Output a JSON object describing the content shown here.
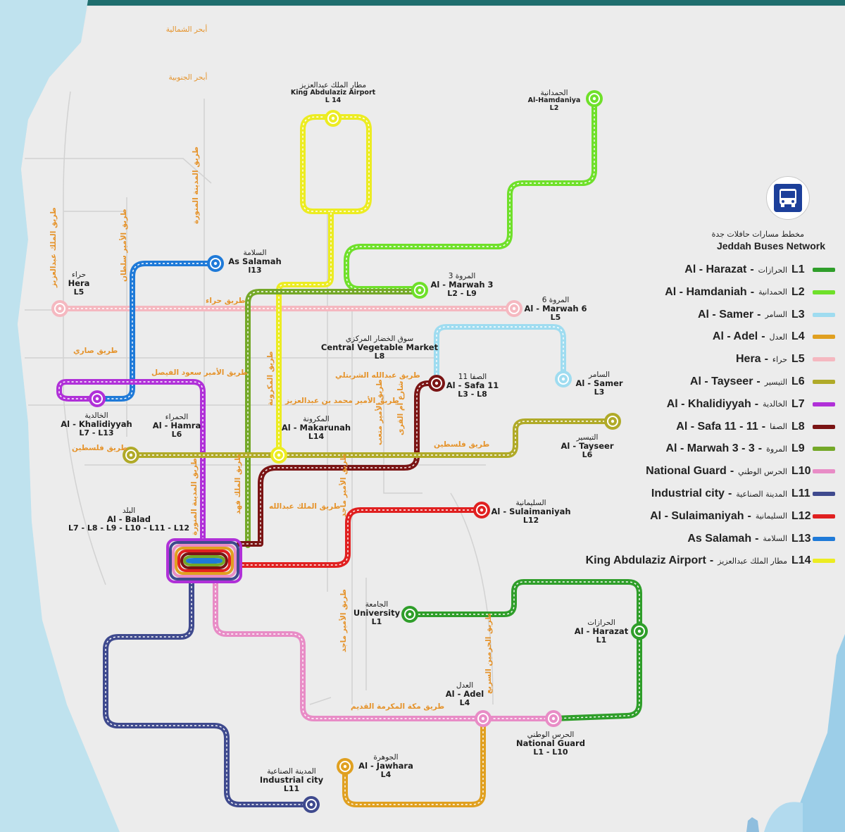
{
  "legend": {
    "title_ar": "مخطط مسارات حافلات جدة",
    "title_en": "Jeddah Buses Network",
    "icon": "bus-icon",
    "items": [
      {
        "code": "L1",
        "name": "Al - Harazat",
        "ar": "الحرازات",
        "color": "#2f9e2a"
      },
      {
        "code": "L2",
        "name": "Al - Hamdaniah",
        "ar": "الحمدانية",
        "color": "#6fe02a"
      },
      {
        "code": "L3",
        "name": "Al - Samer",
        "ar": "السامر",
        "color": "#9fdcf0"
      },
      {
        "code": "L4",
        "name": "Al - Adel",
        "ar": "العدل",
        "color": "#e0a020"
      },
      {
        "code": "L5",
        "name": "Hera",
        "ar": "حراء",
        "color": "#f5b8c0"
      },
      {
        "code": "L6",
        "name": "Al - Tayseer",
        "ar": "التيسير",
        "color": "#b0aa28"
      },
      {
        "code": "L7",
        "name": "Al - Khalidiyyah",
        "ar": "الخالدية",
        "color": "#b030d8"
      },
      {
        "code": "L8",
        "name": "Al - Safa 11 - 11",
        "ar": "الصفا",
        "color": "#7a1414"
      },
      {
        "code": "L9",
        "name": "Al - Marwah 3 - 3",
        "ar": "المروة",
        "color": "#74a828"
      },
      {
        "code": "L10",
        "name": "National Guard",
        "ar": "الحرس الوطني",
        "color": "#e88cc6"
      },
      {
        "code": "L11",
        "name": "Industrial city",
        "ar": "المدينة الصناعية",
        "color": "#3f4a8e"
      },
      {
        "code": "L12",
        "name": "Al - Sulaimaniyah",
        "ar": "السليمانية",
        "color": "#e02020"
      },
      {
        "code": "L13",
        "name": "As Salamah",
        "ar": "السلامة",
        "color": "#1f7ad8"
      },
      {
        "code": "L14",
        "name": "King Abdulaziz Airport",
        "ar": "مطار الملك عبدالعزيز",
        "color": "#ecec22"
      }
    ]
  },
  "stations": [
    {
      "id": "airport",
      "ar": "مطار الملك عبدالعزيز",
      "en": "King Abdulaziz Airport",
      "lines": "L 14"
    },
    {
      "id": "hamdaniya",
      "ar": "الحمدانية",
      "en": "Al-Hamdaniya",
      "lines": "L2"
    },
    {
      "id": "salamah",
      "ar": "السلامة",
      "en": "As Salamah",
      "lines": "l13"
    },
    {
      "id": "hera",
      "ar": "حراء",
      "en": "Hera",
      "lines": "L5"
    },
    {
      "id": "marwah3",
      "ar": "المروة 3",
      "en": "Al - Marwah 3",
      "lines": "L2 - L9"
    },
    {
      "id": "marwah6",
      "ar": "المروة 6",
      "en": "Al - Marwah 6",
      "lines": "L5"
    },
    {
      "id": "vegmarket",
      "ar": "سوق الخضار المركزي",
      "en": "Central Vegetable Market",
      "lines": "L8"
    },
    {
      "id": "samer",
      "ar": "السامر",
      "en": "Al - Samer",
      "lines": "L3"
    },
    {
      "id": "safa11",
      "ar": "الصفا 11",
      "en": "Al - Safa 11",
      "lines": "L3 - L8"
    },
    {
      "id": "khalidiyyah",
      "ar": "الخالدية",
      "en": "Al - Khalidiyyah",
      "lines": "L7 - L13"
    },
    {
      "id": "hamra",
      "ar": "الحمراء",
      "en": "Al - Hamra",
      "lines": "L6"
    },
    {
      "id": "makarunah",
      "ar": "المكرونة",
      "en": "Al - Makarunah",
      "lines": "L14"
    },
    {
      "id": "tayseer",
      "ar": "التيسير",
      "en": "Al - Tayseer",
      "lines": "L6"
    },
    {
      "id": "balad",
      "ar": "البلد",
      "en": "Al - Balad",
      "lines": "L7 - L8 - L9 - L10 - L11 - L12"
    },
    {
      "id": "sulaimaniyah",
      "ar": "السليمانية",
      "en": "Al - Sulaimaniyah",
      "lines": "L12"
    },
    {
      "id": "university",
      "ar": "الجامعة",
      "en": "University",
      "lines": "L1"
    },
    {
      "id": "harazat",
      "ar": "الحرازات",
      "en": "Al - Harazat",
      "lines": "L1"
    },
    {
      "id": "adel",
      "ar": "العدل",
      "en": "Al - Adel",
      "lines": "L4"
    },
    {
      "id": "nationalguard",
      "ar": "الحرس الوطني",
      "en": "National Guard",
      "lines": "L1 - L10"
    },
    {
      "id": "jawhara",
      "ar": "الجوهرة",
      "en": "Al - Jawhara",
      "lines": "L4"
    },
    {
      "id": "industrial",
      "ar": "المدينة الصناعية",
      "en": "Industrial city",
      "lines": "L11"
    }
  ],
  "places": {
    "north_obhur": "أبحر الشمالية",
    "south_obhur": "أبحر الجنوبية"
  },
  "roads": {
    "madinah_top": "طريق المدينة المنورة",
    "abdulaziz": "طريق الملك عبدالعزيز",
    "prince_sultan": "طريق الأمير سلطان",
    "hira": "طريق حراء",
    "sari": "طريق صاري",
    "saud_faisal": "طريق الأمير سعود الفيصل",
    "shirbatli": "طريق عبدالله الشربتلي",
    "mohammed_abdulaziz": "طريق الأمير محمد بن عبدالعزيز",
    "makarunah": "طريق المكرونة",
    "umm_alqura": "شارع أم القرى",
    "prince_mutab": "طريق الأمير متعب",
    "palestine_left": "طريق فلسطين",
    "palestine_right": "طريق فلسطين",
    "madinah_mid": "طريق المدينة المنورة",
    "king_fahd": "طريق الملك فهد",
    "prince_majid_mid": "طريق الأمير ماجد",
    "king_abdullah": "طريق الملك عبدالله",
    "prince_majid_low": "طريق الأمير ماجد",
    "haramain": "طريق الحرمين السريع",
    "old_makkah": "طريق مكة المكرمة القديم"
  }
}
